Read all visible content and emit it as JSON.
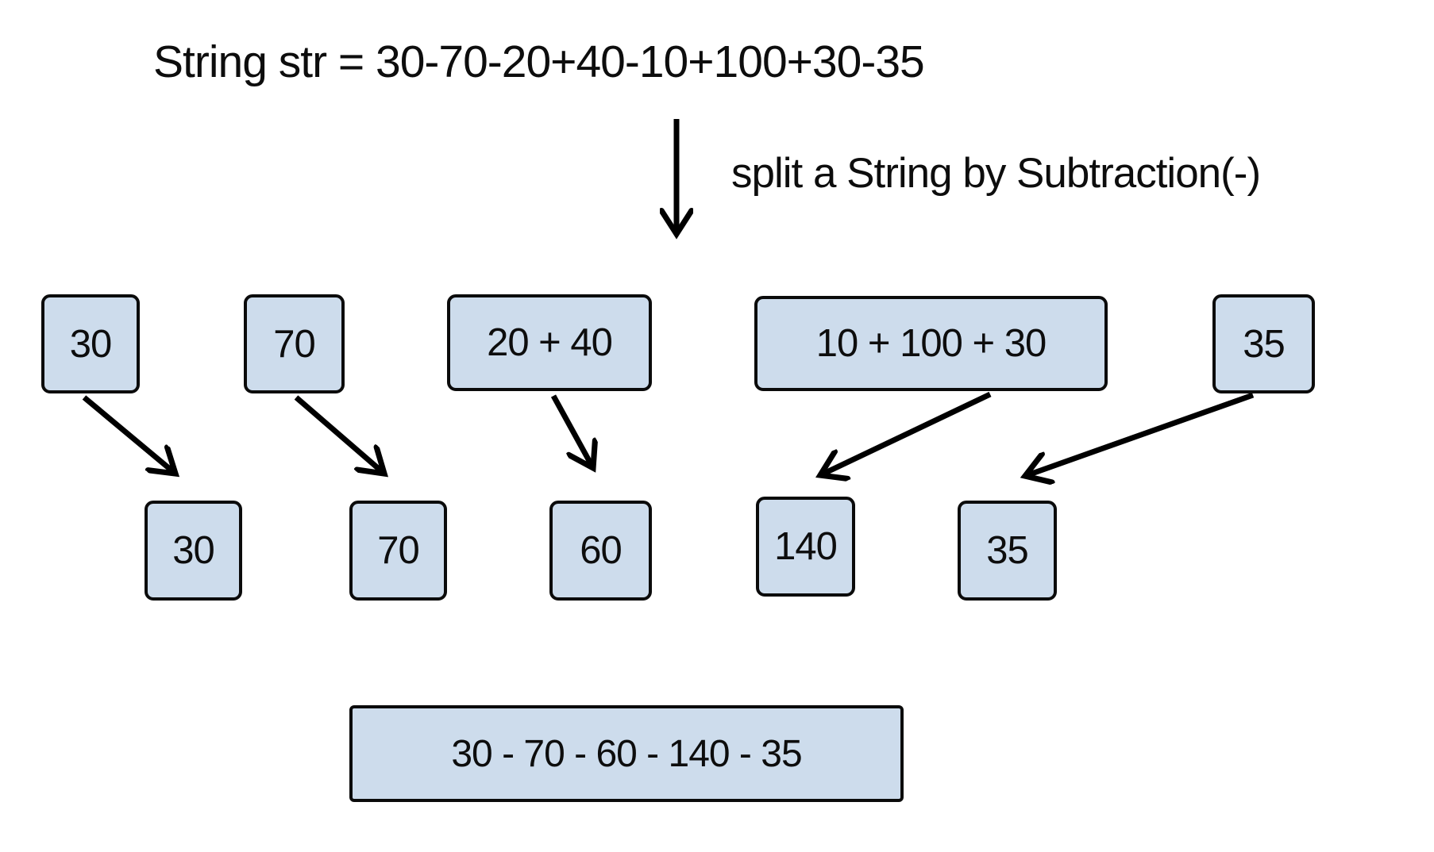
{
  "diagram": {
    "title": "String str = 30-70-20+40-10+100+30-35",
    "split_arrow_label": "split a String by Subtraction(-)",
    "segments": [
      "30",
      "70",
      "20 + 40",
      "10 + 100 + 30",
      "35"
    ],
    "results": [
      "30",
      "70",
      "60",
      "140",
      "35"
    ],
    "final_expression": "30 - 70 - 60 - 140 - 35"
  },
  "colors": {
    "box_fill": "#cddcec",
    "box_border": "#0b0b0b",
    "text": "#0d0d0d",
    "background": "#ffffff",
    "arrow": "#000000"
  }
}
